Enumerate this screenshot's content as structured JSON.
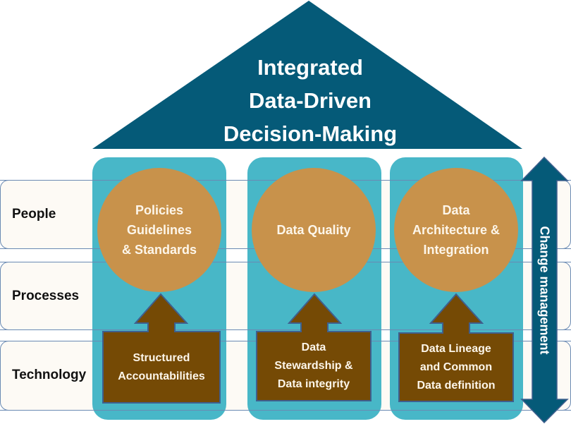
{
  "title": {
    "lines": [
      "Integrated",
      "Data-Driven",
      "Decision-Making"
    ]
  },
  "rows": [
    {
      "label": "People"
    },
    {
      "label": "Processes"
    },
    {
      "label": "Technology"
    }
  ],
  "pillars": [
    {
      "goal_lines": [
        "Policies",
        "Guidelines",
        "& Standards"
      ],
      "foundation_lines": [
        "Structured",
        "Accountabilities"
      ]
    },
    {
      "goal_lines": [
        "Data Quality"
      ],
      "foundation_lines": [
        "Data",
        "Stewardship &",
        "Data integrity"
      ]
    },
    {
      "goal_lines": [
        "Data",
        "Architecture &",
        "Integration"
      ],
      "foundation_lines": [
        "Data Lineage",
        "and Common",
        "Data definition"
      ]
    }
  ],
  "side_arrow": {
    "label": "Change management"
  },
  "colors": {
    "roof": "#055a78",
    "pillar": "#2eaabd",
    "circle": "#c8924b",
    "foundation": "#754a05",
    "foundation_border": "#3f5f8e",
    "row_band": "#fdfaf5",
    "row_border": "#6a8ab3"
  }
}
